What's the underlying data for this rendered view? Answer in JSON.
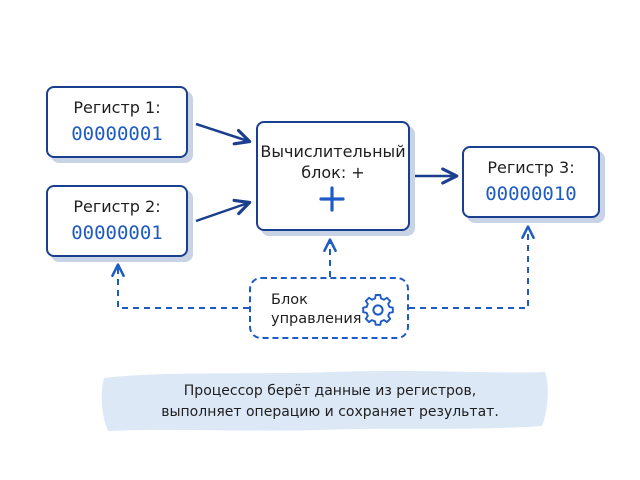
{
  "diagram": {
    "register1": {
      "label": "Регистр 1:",
      "value": "00000001"
    },
    "register2": {
      "label": "Регистр 2:",
      "value": "00000001"
    },
    "register3": {
      "label": "Регистр 3:",
      "value": "00000010"
    },
    "alu": {
      "label_line1": "Вычислительный",
      "label_line2": "блок: +",
      "icon": "plus-icon"
    },
    "control_unit": {
      "label_line1": "Блок",
      "label_line2": "управления",
      "icon": "gear-icon"
    },
    "caption_line1": "Процессор берёт данные из регистров,",
    "caption_line2": "выполняет операцию и сохраняет результат."
  },
  "colors": {
    "stroke": "#1b3f8f",
    "accent": "#1f5bc4",
    "shadow": "#c9d3e6",
    "banner": "#dce8f6"
  }
}
